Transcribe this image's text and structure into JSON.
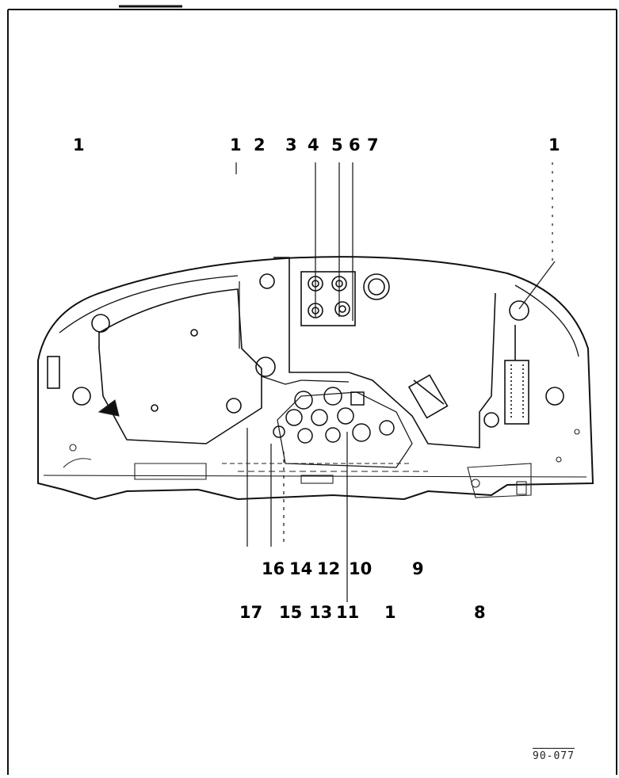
{
  "diagram": {
    "callouts": {
      "top": [
        "1",
        "1",
        "2",
        "3",
        "4",
        "5",
        "6",
        "7",
        "1"
      ],
      "bottom_upper": [
        "16",
        "14",
        "12",
        "10",
        "9"
      ],
      "bottom_lower": [
        "17",
        "15",
        "13",
        "11",
        "1",
        "8"
      ]
    },
    "figure_id": "90-077"
  }
}
